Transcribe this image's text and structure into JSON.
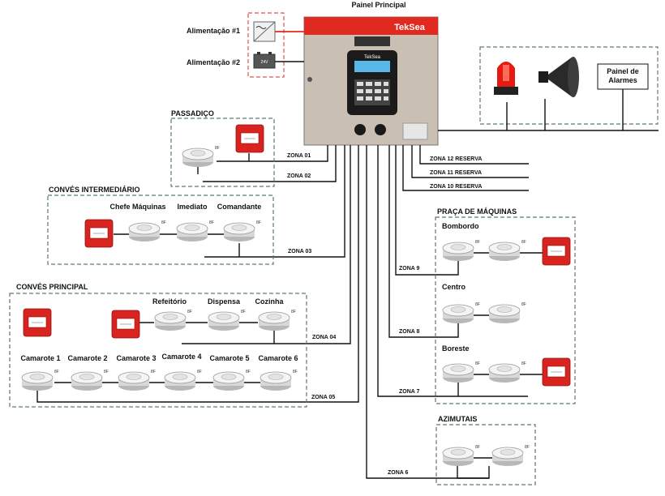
{
  "diagram": {
    "title": "Painel Principal",
    "brand": "TekSea",
    "panel_screen": "TekSea",
    "power": [
      "Alimentação #1",
      "Alimentação #2"
    ],
    "power_battery_label": "24V",
    "alarm_panel": "Painel de Alarmes",
    "reserves": [
      "ZONA 12 RESERVA",
      "ZONA 11 RESERVA",
      "ZONA 10 RESERVA"
    ],
    "areas": {
      "passadico": {
        "title": "PASSADIÇO"
      },
      "conves_intermediario": {
        "title": "CONVÉS INTERMEDIÁRIO",
        "rooms": [
          "Chefe Máquinas",
          "Imediato",
          "Comandante"
        ]
      },
      "conves_principal": {
        "title": "CONVÉS PRINCIPAL",
        "top_rooms": [
          "Refeitório",
          "Dispensa",
          "Cozinha"
        ],
        "cabins": [
          "Camarote 1",
          "Camarote 2",
          "Camarote 3",
          "Camarote 4",
          "Camarote 5",
          "Camarote 6"
        ]
      },
      "praca_maquinas": {
        "title": "PRAÇA DE MÁQUINAS",
        "sub": [
          "Bombordo",
          "Centro",
          "Boreste"
        ]
      },
      "azimutais": {
        "title": "AZIMUTAIS"
      }
    },
    "zones": {
      "z01": "ZONA 01",
      "z02": "ZONA 02",
      "z03": "ZONA 03",
      "z04": "ZONA 04",
      "z05": "ZONA 05",
      "z06": "ZONA 6",
      "z07": "ZONA 7",
      "z08": "ZONA 8",
      "z09": "ZONA 9"
    }
  }
}
